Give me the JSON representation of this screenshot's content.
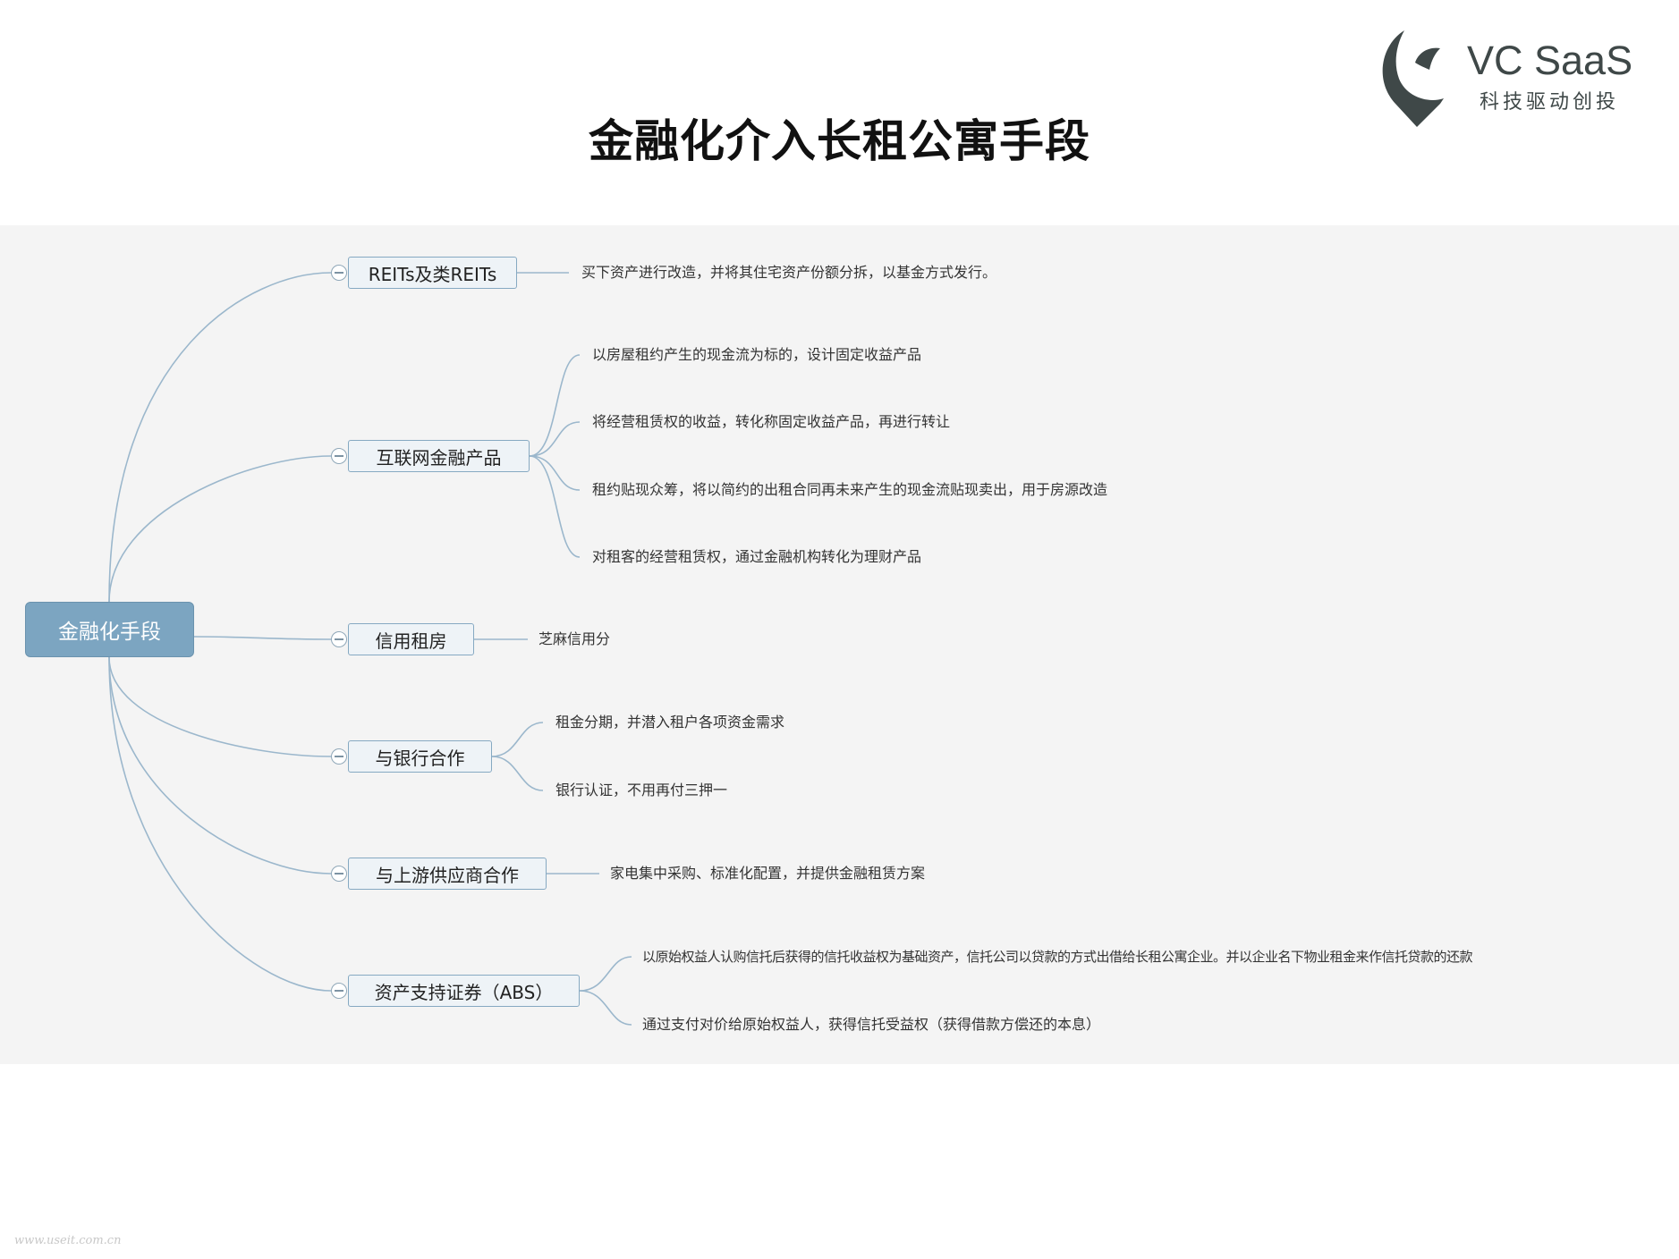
{
  "title": "金融化介入长租公寓手段",
  "logo": {
    "name": "VC SaaS",
    "tagline": "科技驱动创投",
    "color": "#3f4848"
  },
  "mindmap": {
    "root": "金融化手段",
    "branches": [
      {
        "label": "REITs及类REITs",
        "leaves": [
          "买下资产进行改造，并将其住宅资产份额分拆，以基金方式发行。"
        ]
      },
      {
        "label": "互联网金融产品",
        "leaves": [
          "以房屋租约产生的现金流为标的，设计固定收益产品",
          "将经营租赁权的收益，转化称固定收益产品，再进行转让",
          "租约贴现众筹，将以简约的出租合同再未来产生的现金流贴现卖出，用于房源改造",
          "对租客的经营租赁权，通过金融机构转化为理财产品"
        ]
      },
      {
        "label": "信用租房",
        "leaves": [
          "芝麻信用分"
        ]
      },
      {
        "label": "与银行合作",
        "leaves": [
          "租金分期，并潜入租户各项资金需求",
          "银行认证，不用再付三押一"
        ]
      },
      {
        "label": "与上游供应商合作",
        "leaves": [
          "家电集中采购、标准化配置，并提供金融租赁方案"
        ]
      },
      {
        "label": "资产支持证券（ABS）",
        "leaves": [
          "以原始权益人认购信托后获得的信托收益权为基础资产，信托公司以贷款的方式出借给长租公寓企业。并以企业名下物业租金来作信托贷款的还款",
          "通过支付对价给原始权益人，获得信托受益权（获得借款方偿还的本息）"
        ]
      }
    ]
  },
  "colors": {
    "root_fill": "#7ca5c1",
    "branch_border": "#86a9c2",
    "line": "#9bb7cc",
    "panel": "#f4f4f4"
  },
  "watermark": "www.useit.com.cn"
}
